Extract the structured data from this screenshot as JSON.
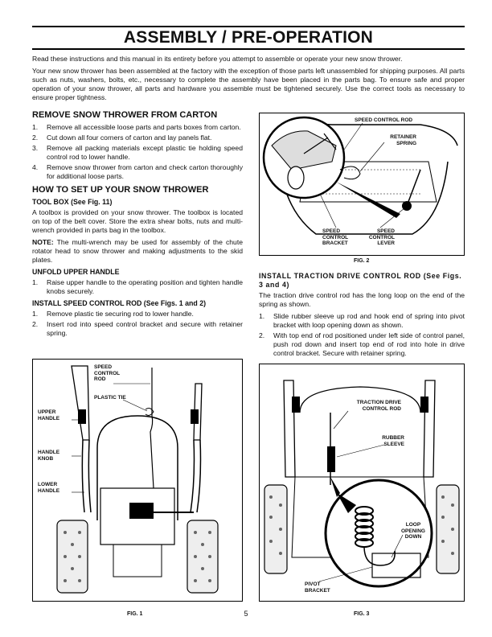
{
  "title": "ASSEMBLY / PRE-OPERATION",
  "intro": [
    "Read these instructions and this manual in its entirety before you attempt to assemble or operate your new snow thrower.",
    "Your new snow thrower has been assembled at the factory with the exception of those parts left unassembled for shipping purposes. All parts such as nuts, washers, bolts, etc., necessary to complete the assembly have been placed in the parts bag. To ensure safe and proper operation of your snow thrower, all parts and hardware you assemble must be tightened securely. Use the correct tools as necessary to ensure proper tightness."
  ],
  "remove": {
    "heading": "REMOVE SNOW THROWER FROM CARTON",
    "steps": [
      {
        "num": "1.",
        "text": "Remove all accessible loose parts and parts boxes from carton."
      },
      {
        "num": "2.",
        "text": "Cut down all four corners of carton and lay panels flat."
      },
      {
        "num": "3.",
        "text": "Remove all packing materials except plastic tie holding speed control rod to lower handle."
      },
      {
        "num": "4.",
        "text": "Remove snow thrower from carton and check carton thoroughly for additional loose parts."
      }
    ]
  },
  "setup": {
    "heading": "HOW TO SET UP YOUR SNOW THROWER",
    "toolbox_heading": "TOOL BOX (See Fig. 11)",
    "toolbox_text": "A toolbox is provided on your snow thrower. The toolbox is located on top of the belt cover. Store the extra shear bolts, nuts and multi-wrench provided in parts bag in the toolbox.",
    "note_label": "NOTE:",
    "note_text": " The multi-wrench may be used for assembly of the chute rotator head to snow thrower and making adjustments to the skid plates.",
    "unfold_heading": "UNFOLD UPPER HANDLE",
    "unfold_steps": [
      {
        "num": "1.",
        "text": "Raise upper handle to the operating position and tighten handle knobs securely."
      }
    ],
    "speed_heading": "INSTALL SPEED CONTROL ROD (See Figs. 1 and 2)",
    "speed_steps": [
      {
        "num": "1.",
        "text": "Remove plastic tie securing rod to lower handle."
      },
      {
        "num": "2.",
        "text": "Insert rod into speed control bracket and secure with retainer spring."
      }
    ]
  },
  "traction": {
    "heading": "INSTALL TRACTION DRIVE CONTROL ROD (See Figs. 3 and 4)",
    "intro": "The traction drive control rod has the long loop on the end of the spring as shown.",
    "steps": [
      {
        "num": "1.",
        "text": "Slide rubber sleeve up rod and hook end of spring into pivot bracket with loop opening down as shown."
      },
      {
        "num": "2.",
        "text": "With top end of rod positioned under left side of control panel, push rod down and insert top end of rod into hole in drive control bracket. Secure with retainer spring."
      }
    ]
  },
  "fig1": {
    "label": "FIG. 1",
    "callouts": {
      "speed_rod": "SPEED CONTROL ROD",
      "plastic_tie": "PLASTIC TIE",
      "upper_handle": "UPPER HANDLE",
      "handle_knob": "HANDLE KNOB",
      "lower_handle": "LOWER HANDLE"
    }
  },
  "fig2": {
    "label": "FIG. 2",
    "callouts": {
      "speed_rod": "SPEED CONTROL ROD",
      "retainer": "RETAINER SPRING",
      "bracket": "SPEED CONTROL BRACKET",
      "lever": "SPEED CONTROL LEVER"
    }
  },
  "fig3": {
    "label": "FIG. 3",
    "callouts": {
      "traction_rod": "TRACTION DRIVE CONTROL ROD",
      "rubber_sleeve": "RUBBER SLEEVE",
      "loop": "LOOP OPENING DOWN",
      "pivot": "PIVOT BRACKET"
    }
  },
  "page_number": "5"
}
